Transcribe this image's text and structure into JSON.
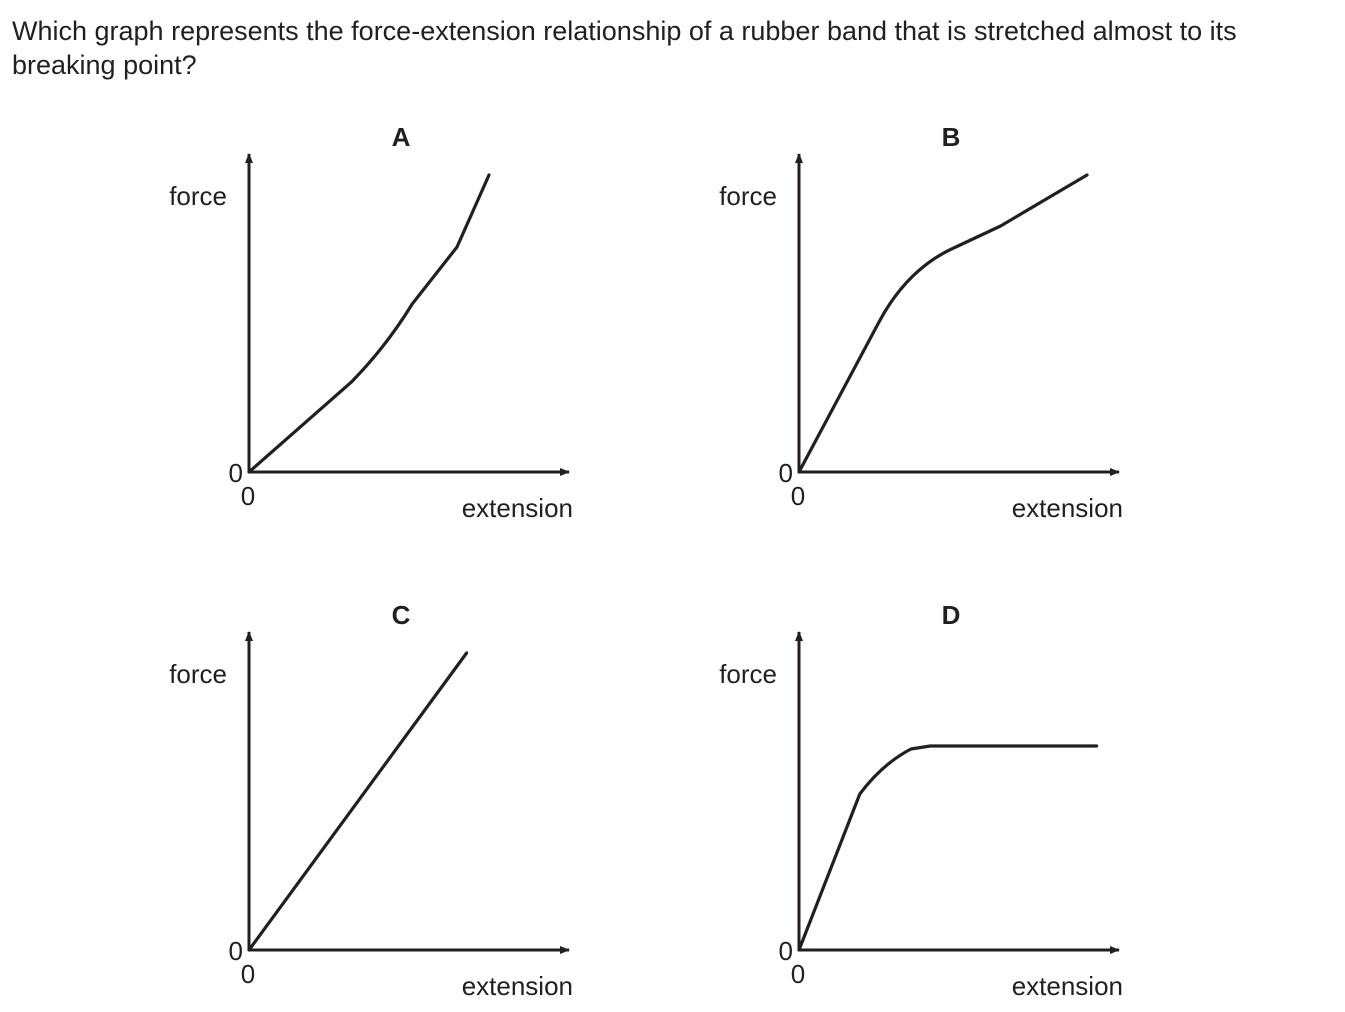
{
  "question": {
    "text": "Which graph represents the force-extension relationship of a rubber band that is stretched almost to its breaking point?"
  },
  "colors": {
    "ink": "#231f20",
    "background": "#ffffff"
  },
  "chart_data": [
    {
      "type": "line",
      "title": "A",
      "xlabel": "extension",
      "ylabel": "force",
      "y_origin_label": "0",
      "x_origin_label": "0",
      "xlim": [
        0,
        10
      ],
      "ylim": [
        0,
        10
      ],
      "series": [
        {
          "x": [
            0,
            3.2,
            4.3,
            5.1,
            6.5,
            7.5
          ],
          "y": [
            0,
            3.0,
            4.2,
            5.6,
            7.5,
            9.9
          ]
        }
      ]
    },
    {
      "type": "line",
      "title": "B",
      "xlabel": "extension",
      "ylabel": "force",
      "y_origin_label": "0",
      "x_origin_label": "0",
      "xlim": [
        0,
        10
      ],
      "ylim": [
        0,
        10
      ],
      "series": [
        {
          "x": [
            0,
            2.5,
            3.4,
            4.9,
            6.3,
            9.0
          ],
          "y": [
            0,
            5.0,
            6.8,
            7.5,
            8.2,
            9.9
          ]
        }
      ]
    },
    {
      "type": "line",
      "title": "C",
      "xlabel": "extension",
      "ylabel": "force",
      "y_origin_label": "0",
      "x_origin_label": "0",
      "xlim": [
        0,
        10
      ],
      "ylim": [
        0,
        10
      ],
      "series": [
        {
          "x": [
            0,
            6.8
          ],
          "y": [
            0,
            9.9
          ]
        }
      ]
    },
    {
      "type": "line",
      "title": "D",
      "xlabel": "extension",
      "ylabel": "force",
      "y_origin_label": "0",
      "x_origin_label": "0",
      "xlim": [
        0,
        10
      ],
      "ylim": [
        0,
        10
      ],
      "series": [
        {
          "x": [
            0,
            1.9,
            2.6,
            3.5,
            4.1,
            9.3
          ],
          "y": [
            0,
            5.2,
            6.2,
            6.7,
            6.8,
            6.8
          ]
        }
      ]
    }
  ]
}
